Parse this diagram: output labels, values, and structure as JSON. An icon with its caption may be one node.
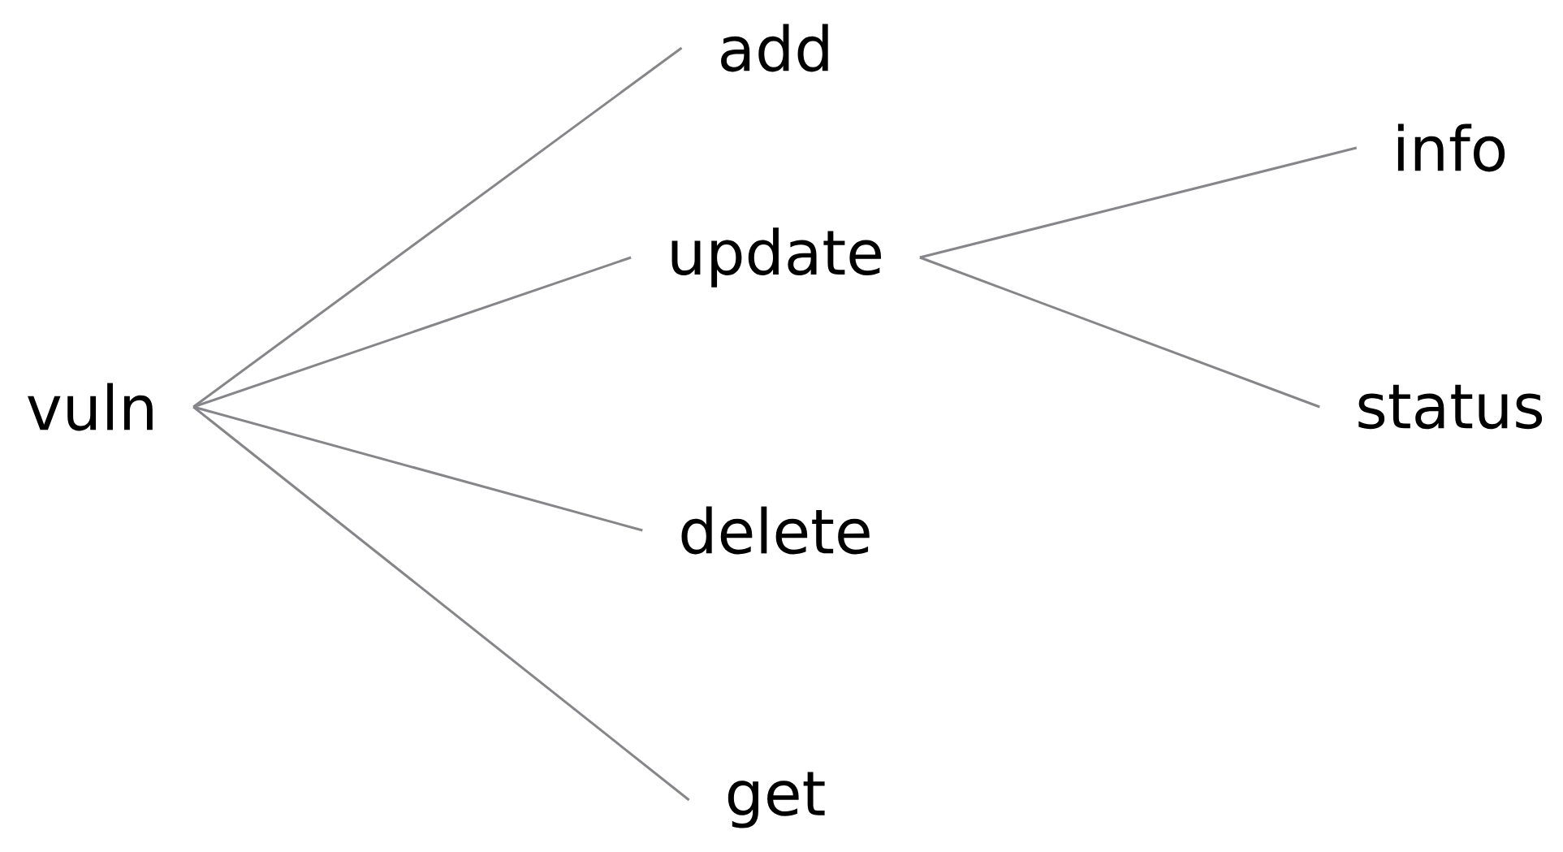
{
  "diagram": {
    "nodes": [
      {
        "text": [
          "vuln"
        ]
      },
      {
        "text": [
          "add"
        ]
      },
      {
        "text": [
          "update"
        ]
      },
      {
        "text": [
          "delete"
        ]
      },
      {
        "text": [
          "get"
        ]
      },
      {
        "text": [
          "info"
        ]
      },
      {
        "text": [
          "status"
        ]
      }
    ],
    "edges": [
      {
        "from": 0,
        "to": 1,
        "arrow": "none"
      },
      {
        "from": 0,
        "to": 2,
        "arrow": "none"
      },
      {
        "from": 0,
        "to": 3,
        "arrow": "none"
      },
      {
        "from": 0,
        "to": 4,
        "arrow": "none"
      },
      {
        "from": 2,
        "to": 5,
        "arrow": "none"
      },
      {
        "from": 2,
        "to": 6,
        "arrow": "none"
      }
    ]
  }
}
